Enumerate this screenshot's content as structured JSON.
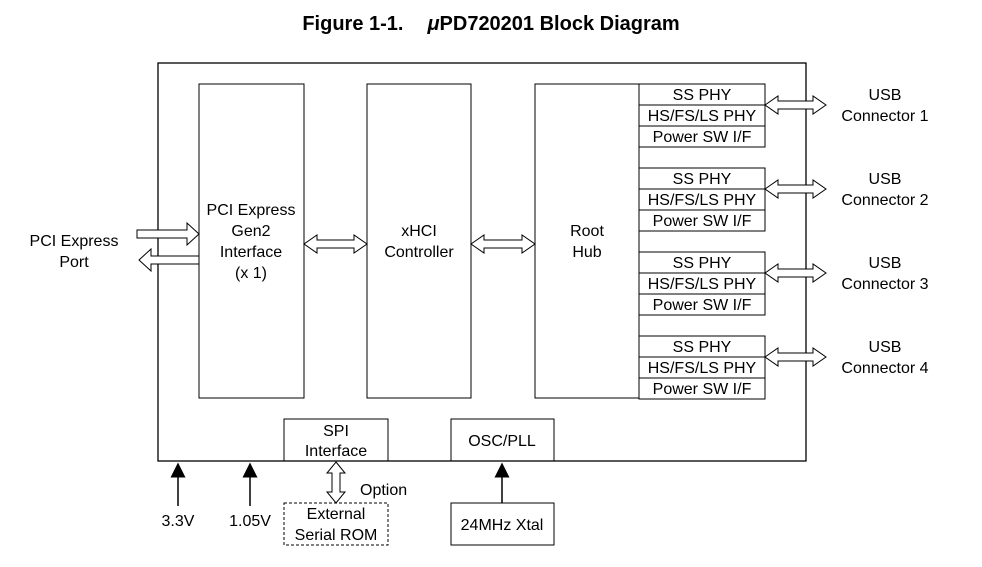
{
  "title": {
    "figure_number": "Figure 1-1.",
    "mu": "μ",
    "name": "PD720201 Block Diagram"
  },
  "external": {
    "pci_port": [
      "PCI Express",
      "Port"
    ],
    "v33": "3.3V",
    "v105": "1.05V",
    "option": "Option",
    "ext_rom": [
      "External",
      "Serial ROM"
    ],
    "xtal": "24MHz Xtal"
  },
  "blocks": {
    "pcie_interface": [
      "PCI Express",
      "Gen2",
      "Interface",
      "(x 1)"
    ],
    "xhci": [
      "xHCI",
      "Controller"
    ],
    "root_hub": [
      "Root",
      "Hub"
    ],
    "spi": [
      "SPI",
      "Interface"
    ],
    "osc_pll": "OSC/PLL"
  },
  "phy_rows": [
    "SS PHY",
    "HS/FS/LS PHY",
    "Power SW I/F"
  ],
  "usb_connectors": [
    [
      "USB",
      "Connector 1"
    ],
    [
      "USB",
      "Connector 2"
    ],
    [
      "USB",
      "Connector 3"
    ],
    [
      "USB",
      "Connector 4"
    ]
  ]
}
